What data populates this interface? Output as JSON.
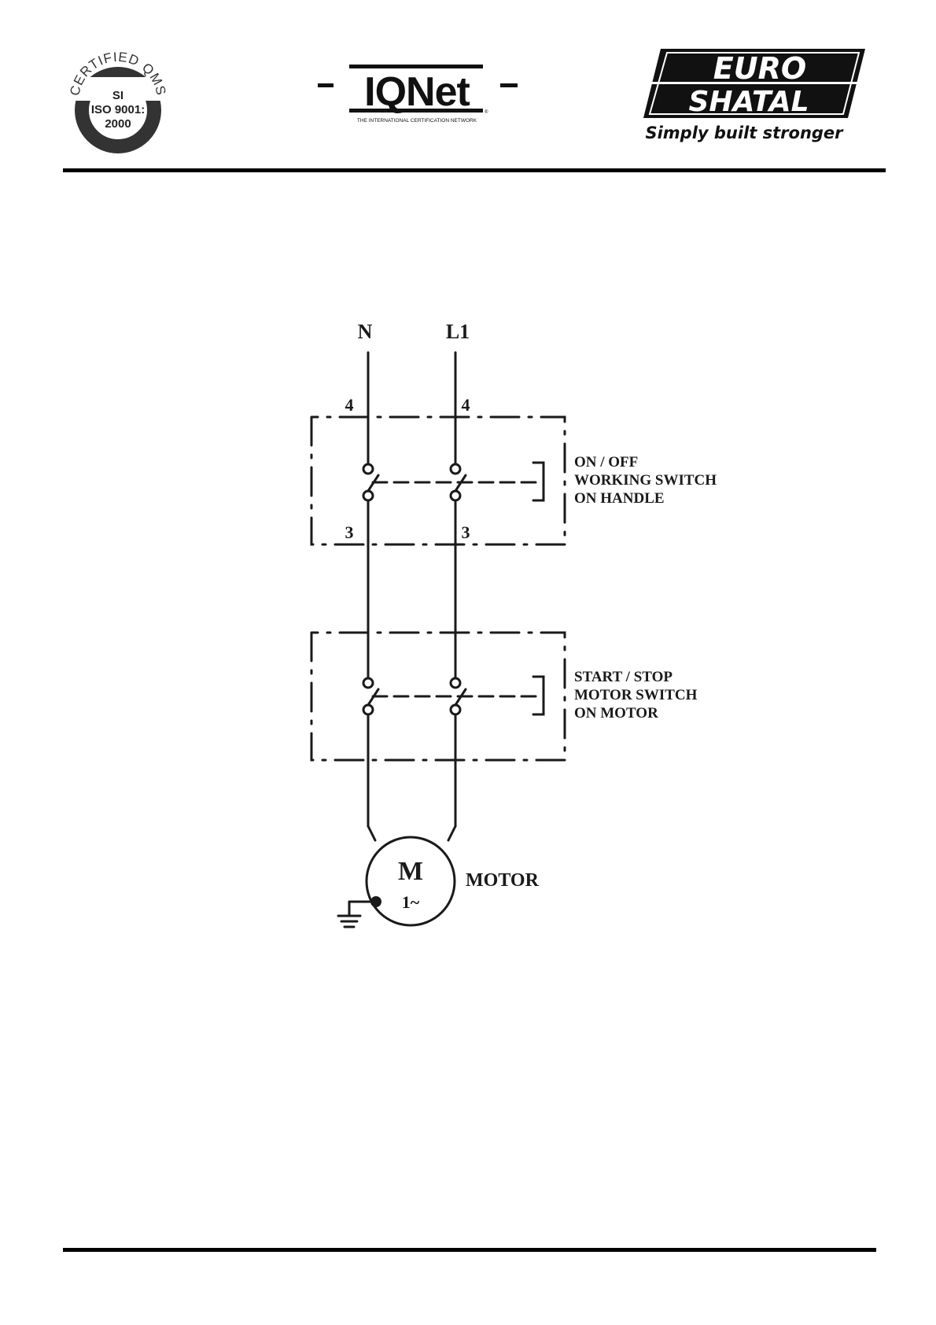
{
  "header": {
    "qms_logo": {
      "top_arc": "CERTIFIED QMS",
      "line1": "SI",
      "line2": "ISO 9001:",
      "line3": "2000"
    },
    "iqnet_logo": {
      "brand": "IQNet",
      "tagline": "THE INTERNATIONAL CERTIFICATION NETWORK",
      "registered_mark": "®"
    },
    "brand_logo": {
      "line1": "EURO",
      "line2": "SHATAL",
      "slogan": "Simply built stronger"
    }
  },
  "diagram": {
    "terminals": {
      "neutral": "N",
      "line": "L1"
    },
    "switch_1": {
      "terminal_top_left": "4",
      "terminal_top_right": "4",
      "terminal_bottom_left": "3",
      "terminal_bottom_right": "3",
      "label_lines": [
        "ON / OFF",
        "WORKING SWITCH",
        "ON HANDLE"
      ]
    },
    "switch_2": {
      "label_lines": [
        "START / STOP",
        "MOTOR SWITCH",
        "ON MOTOR"
      ]
    },
    "motor": {
      "symbol": "M",
      "phase": "1~",
      "label": "MOTOR"
    }
  }
}
